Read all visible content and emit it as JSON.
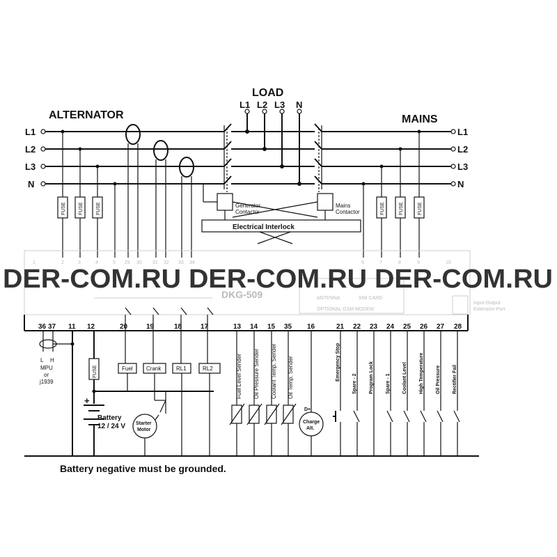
{
  "sections": {
    "alternator": "ALTERNATOR",
    "load": "LOAD",
    "mains": "MAINS"
  },
  "phases": [
    "L1",
    "L2",
    "L3",
    "N"
  ],
  "fuse_label": "FUSE",
  "generator_contactor": [
    "Generator",
    "Contactor"
  ],
  "mains_contactor": [
    "Mains",
    "Contactor"
  ],
  "interlock": "Electrical Interlock",
  "top_terminals": [
    "1",
    "2",
    "3",
    "4",
    "5",
    "29",
    "30",
    "31",
    "32",
    "33",
    "34",
    "6",
    "7",
    "8",
    "9",
    "10"
  ],
  "module_name": "DKG-509",
  "module_labels": [
    "ANTENNA",
    "SIM CARD",
    "OPTIONAL GSM MODEM"
  ],
  "extension_port": [
    "Input-Output",
    "Extension Port"
  ],
  "bottom_terminals": [
    "36",
    "37",
    "11",
    "12",
    "20",
    "19",
    "18",
    "17",
    "13",
    "14",
    "15",
    "35",
    "16",
    "21",
    "22",
    "23",
    "24",
    "25",
    "26",
    "27",
    "28"
  ],
  "mpu": [
    "L",
    "H",
    "MPU",
    "or",
    "j1939"
  ],
  "outputs": [
    "Fuel",
    "Crank",
    "RL1",
    "RL2"
  ],
  "battery": [
    "+",
    "Battery",
    "12 / 24 V"
  ],
  "starter": [
    "Starter",
    "Motor"
  ],
  "senders": [
    "Fuel Level Sender",
    "Oil Pressure Sender",
    "Coolant Temp. Sender",
    "Oil Temp. Sender"
  ],
  "charge_alt": [
    "D+",
    "Charge",
    "Alt."
  ],
  "inputs": [
    "Emergency Stop",
    "Spare - 2",
    "Program Lock",
    "Spare - 1",
    "Coolant Level",
    "High Temperature",
    "Oil Pressure",
    "Rectifier Fail"
  ],
  "note": "Battery negative must be grounded.",
  "watermark": "DER-COM.RU DER-COM.RU DER-COM.RU"
}
